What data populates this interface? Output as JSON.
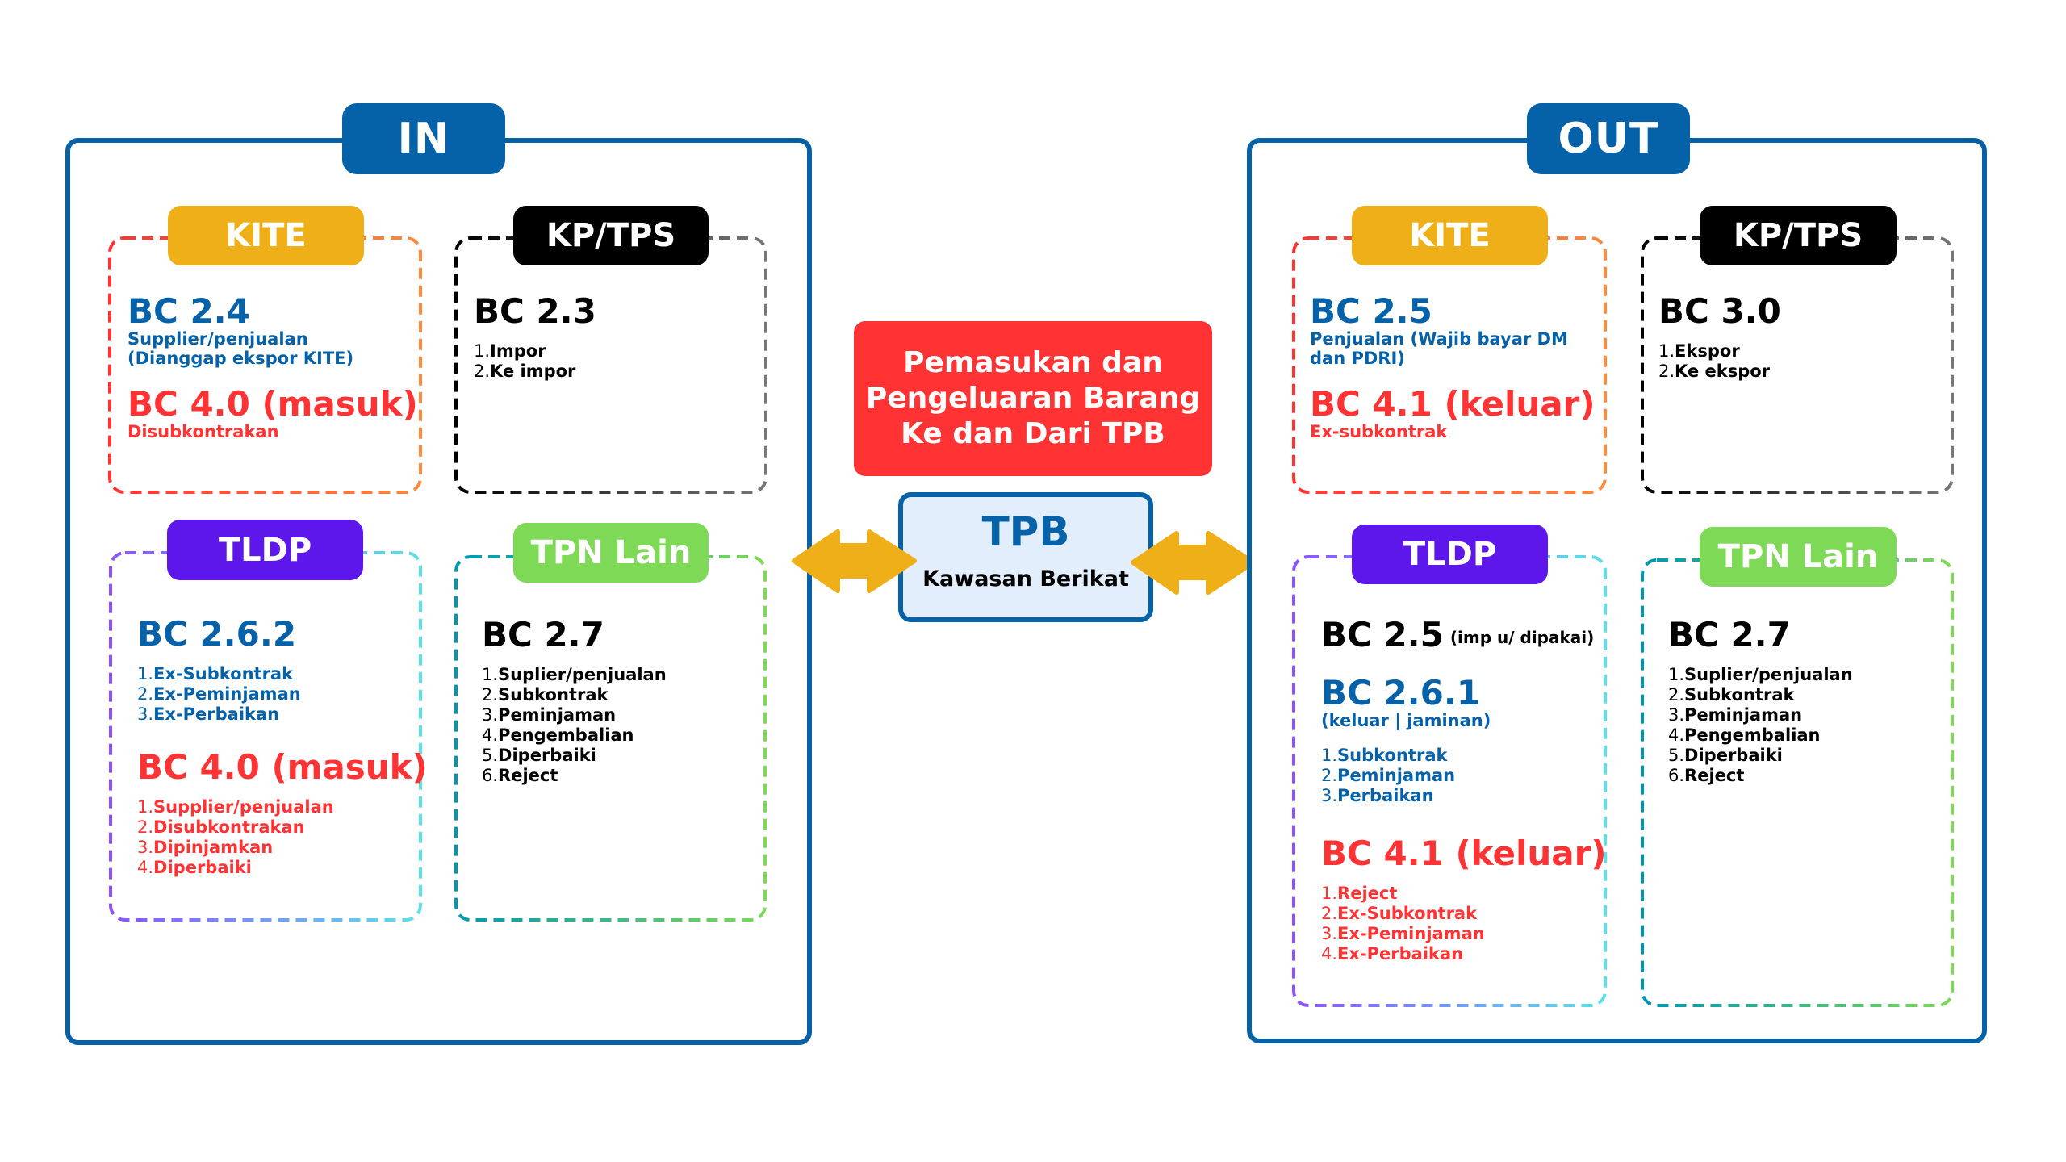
{
  "title": "Pemasukan dan Pengeluaran Barang Ke dan Dari TPB",
  "colors": {
    "frame_blue": "#0561A8",
    "kite_gold": "#EEAF18",
    "kptps_black": "#000000",
    "tldp_purple": "#5E17EB",
    "tpn_green": "#7ED957",
    "red": "#FF3333",
    "tpb_bg": "#E3EEFD",
    "arrow_gold": "#EEAF18"
  },
  "center": {
    "title_lines": [
      "Pemasukan dan",
      "Pengeluaran Barang",
      "Ke dan Dari TPB"
    ],
    "tpb_label": "TPB",
    "tpb_sublabel": "Kawasan Berikat",
    "left_arrow": "double-arrow-icon",
    "right_arrow": "double-arrow-icon"
  },
  "in": {
    "label": "IN",
    "kite": {
      "label": "KITE",
      "doc1": "BC 2.4",
      "doc1_desc": "Supplier/penjualan (Dianggap ekspor KITE)",
      "doc2": "BC 4.0 (masuk)",
      "doc2_desc": "Disubkontrakan"
    },
    "kptps": {
      "label": "KP/TPS",
      "doc": "BC 2.3",
      "items": [
        "Impor",
        "Ke impor"
      ]
    },
    "tldp": {
      "label": "TLDP",
      "doc1": "BC 2.6.2",
      "doc1_items": [
        "Ex-Subkontrak",
        "Ex-Peminjaman",
        "Ex-Perbaikan"
      ],
      "doc2": "BC 4.0 (masuk)",
      "doc2_items": [
        "Supplier/penjualan",
        "Disubkontrakan",
        "Dipinjamkan",
        "Diperbaiki"
      ]
    },
    "tpn": {
      "label": "TPN Lain",
      "doc": "BC 2.7",
      "items": [
        "Suplier/penjualan",
        "Subkontrak",
        "Peminjaman",
        "Pengembalian",
        "Diperbaiki",
        "Reject"
      ]
    }
  },
  "out": {
    "label": "OUT",
    "kite": {
      "label": "KITE",
      "doc1": "BC 2.5",
      "doc1_desc": "Penjualan (Wajib bayar DM dan PDRI)",
      "doc2": "BC 4.1 (keluar)",
      "doc2_desc": "Ex-subkontrak"
    },
    "kptps": {
      "label": "KP/TPS",
      "doc": "BC 3.0",
      "items": [
        "Ekspor",
        "Ke ekspor"
      ]
    },
    "tldp": {
      "label": "TLDP",
      "doc0": "BC 2.5",
      "doc0_note": "(imp u/ dipakai)",
      "doc1": "BC 2.6.1",
      "doc1_note": "(keluar | jaminan)",
      "doc1_items": [
        "Subkontrak",
        "Peminjaman",
        "Perbaikan"
      ],
      "doc2": "BC 4.1 (keluar)",
      "doc2_items": [
        "Reject",
        "Ex-Subkontrak",
        "Ex-Peminjaman",
        "Ex-Perbaikan"
      ]
    },
    "tpn": {
      "label": "TPN Lain",
      "doc": "BC 2.7",
      "items": [
        "Suplier/penjualan",
        "Subkontrak",
        "Peminjaman",
        "Pengembalian",
        "Diperbaiki",
        "Reject"
      ]
    }
  }
}
